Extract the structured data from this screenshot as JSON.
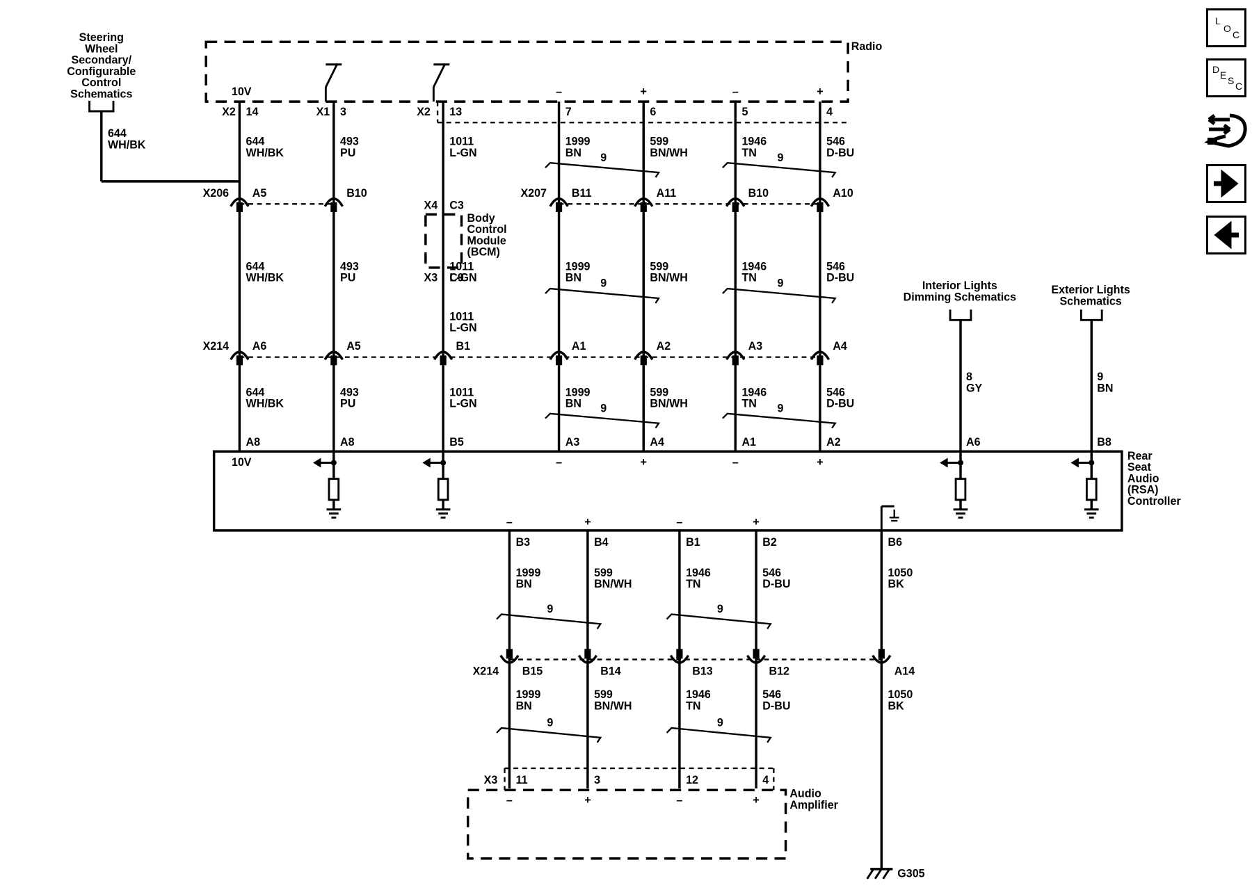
{
  "components": {
    "radio": {
      "label": "Radio",
      "voltage": "10V"
    },
    "rsa": {
      "label": [
        "Rear",
        "Seat",
        "Audio",
        "(RSA)",
        "Controller"
      ],
      "voltage": "10V"
    },
    "bcm": {
      "label": [
        "Body",
        "Control",
        "Module",
        "(BCM)"
      ]
    },
    "amplifier": {
      "label": [
        "Audio",
        "Amplifier"
      ]
    },
    "ground": {
      "label": "G305"
    }
  },
  "references": {
    "steering": [
      "Steering",
      "Wheel",
      "Secondary/",
      "Configurable",
      "Control",
      "Schematics"
    ],
    "interior": [
      "Interior Lights",
      "Dimming Schematics"
    ],
    "exterior": [
      "Exterior Lights",
      "Schematics"
    ]
  },
  "connectors": {
    "radio_x2": "X2",
    "radio_x1": "X1",
    "radio_x2b": "X2",
    "x206": "X206",
    "x207": "X207",
    "x214": "X214",
    "x214_lower": "X214",
    "bcm_x4": "X4",
    "bcm_x3": "X3",
    "amp_x3": "X3"
  },
  "circuits": [
    {
      "id": "c644",
      "radio_pin": "14",
      "seg": [
        [
          "644",
          "WH/BK"
        ],
        [
          "644",
          "WH/BK"
        ],
        [
          "644",
          "WH/BK"
        ]
      ],
      "pins": [
        "A5",
        "A6",
        "A8"
      ]
    },
    {
      "id": "c493",
      "radio_pin": "3",
      "seg": [
        [
          "493",
          "PU"
        ],
        [
          "493",
          "PU"
        ],
        [
          "493",
          "PU"
        ]
      ],
      "pins": [
        "B10",
        "A5",
        "A8"
      ]
    },
    {
      "id": "c1011",
      "radio_pin": "13",
      "seg": [
        [
          "1011",
          "L-GN"
        ],
        [
          "1011",
          "L-GN"
        ],
        [
          "1011",
          "L-GN"
        ]
      ],
      "pins": [
        "C3",
        "C9",
        "B1",
        "B5"
      ]
    },
    {
      "id": "c1999",
      "radio_pin": "7",
      "seg": [
        [
          "1999",
          "BN"
        ],
        [
          "1999",
          "BN"
        ],
        [
          "1999",
          "BN"
        ]
      ],
      "pins": [
        "B11",
        "A1",
        "A3"
      ]
    },
    {
      "id": "c599",
      "radio_pin": "6",
      "seg": [
        [
          "599",
          "BN/WH"
        ],
        [
          "599",
          "BN/WH"
        ],
        [
          "599",
          "BN/WH"
        ]
      ],
      "pins": [
        "A11",
        "A2",
        "A4"
      ]
    },
    {
      "id": "c1946",
      "radio_pin": "5",
      "seg": [
        [
          "1946",
          "TN"
        ],
        [
          "1946",
          "TN"
        ],
        [
          "1946",
          "TN"
        ]
      ],
      "pins": [
        "B10",
        "A3",
        "A1"
      ]
    },
    {
      "id": "c546",
      "radio_pin": "4",
      "seg": [
        [
          "546",
          "D-BU"
        ],
        [
          "546",
          "D-BU"
        ],
        [
          "546",
          "D-BU"
        ]
      ],
      "pins": [
        "A10",
        "A4",
        "A2"
      ]
    },
    {
      "id": "c8",
      "seg": [
        [
          "8",
          "GY"
        ]
      ],
      "pins": [
        "A6"
      ]
    },
    {
      "id": "c9",
      "seg": [
        [
          "9",
          "BN"
        ]
      ],
      "pins": [
        "B8"
      ]
    }
  ],
  "steering_wire": [
    "644",
    "WH/BK"
  ],
  "lower": [
    {
      "rsa_pin": "B3",
      "x214_pin": "B15",
      "amp_pin": "11",
      "seg": [
        "1999",
        "BN"
      ]
    },
    {
      "rsa_pin": "B4",
      "x214_pin": "B14",
      "amp_pin": "3",
      "seg": [
        "599",
        "BN/WH"
      ]
    },
    {
      "rsa_pin": "B1",
      "x214_pin": "B13",
      "amp_pin": "12",
      "seg": [
        "1946",
        "TN"
      ]
    },
    {
      "rsa_pin": "B2",
      "x214_pin": "B12",
      "amp_pin": "4",
      "seg": [
        "546",
        "D-BU"
      ]
    },
    {
      "rsa_pin": "B6",
      "x214_pin": "A14",
      "seg": [
        "1050",
        "BK"
      ]
    }
  ],
  "twist_label": "9",
  "polarity": {
    "neg": "–",
    "pos": "+"
  },
  "nav": {
    "loc": [
      "L",
      "O",
      "C"
    ],
    "desc": [
      "D",
      "E",
      "S",
      "C"
    ]
  }
}
